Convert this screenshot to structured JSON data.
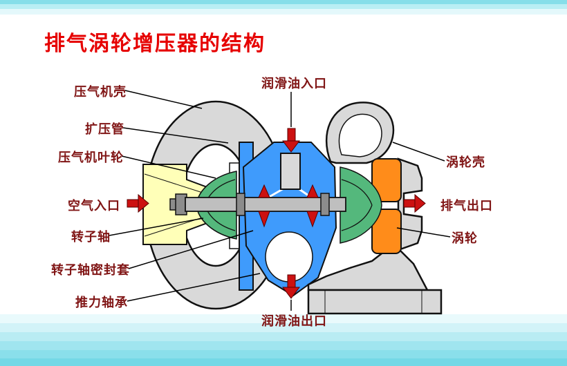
{
  "title": "排气涡轮增压器的结构",
  "labels": [
    {
      "id": "compressor-housing",
      "text": "压气机壳"
    },
    {
      "id": "diffuser",
      "text": "扩压管"
    },
    {
      "id": "compressor-impeller",
      "text": "压气机叶轮"
    },
    {
      "id": "air-inlet",
      "text": "空气入口"
    },
    {
      "id": "rotor-shaft",
      "text": "转子轴"
    },
    {
      "id": "rotor-shaft-seal",
      "text": "转子轴密封套"
    },
    {
      "id": "thrust-bearing",
      "text": "推力轴承"
    },
    {
      "id": "oil-inlet",
      "text": "润滑油入口"
    },
    {
      "id": "oil-outlet",
      "text": "润滑油出口"
    },
    {
      "id": "turbine-housing",
      "text": "涡轮壳"
    },
    {
      "id": "exhaust-outlet",
      "text": "排气出口"
    },
    {
      "id": "turbine",
      "text": "涡轮"
    }
  ],
  "colors": {
    "title_red": "#e60000",
    "label_maroon": "#801515",
    "housing_gray": "#d9d9d9",
    "bearing_blue": "#3f9bfc",
    "impeller_green": "#54b87c",
    "turbine_orange": "#ff8c1a",
    "inlet_yellow": "#ffffb8",
    "arrow_red": "#cc1111",
    "background_cyan": "#74d8e6"
  }
}
